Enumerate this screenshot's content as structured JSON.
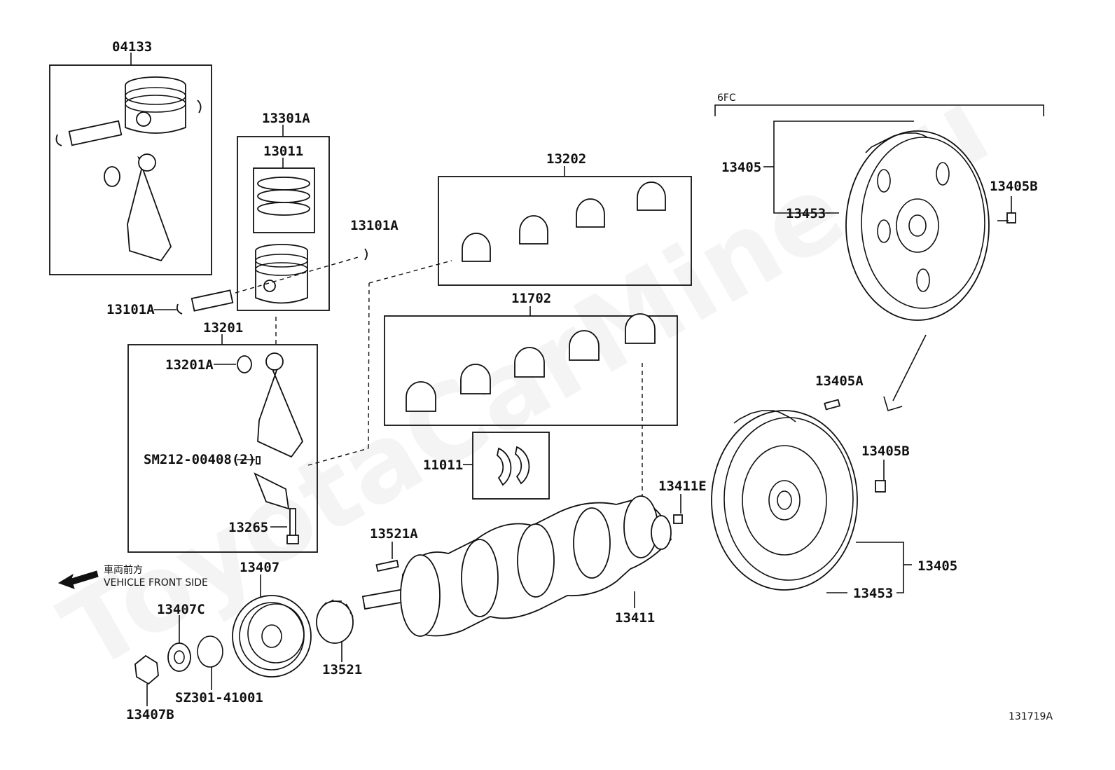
{
  "watermark": "ToyotaCarMine.ru",
  "figure_code": "131719A",
  "group_label": "6FC",
  "direction": {
    "jp": "車両前方",
    "en": "VEHICLE FRONT SIDE"
  },
  "labels": {
    "l04133": "04133",
    "l13301A": "13301A",
    "l13011": "13011",
    "l13101A_top": "13101A",
    "l13101A_left": "13101A",
    "l13201": "13201",
    "l13201A": "13201A",
    "lSM212": "SM212-00408(2)",
    "l13265": "13265",
    "l13202": "13202",
    "l11702": "11702",
    "l11011": "11011",
    "l13405_top": "13405",
    "l13453_top": "13453",
    "l13405B_top": "13405B",
    "l13405A": "13405A",
    "l13405B_bot": "13405B",
    "l13411E": "13411E",
    "l13521A": "13521A",
    "l13411": "13411",
    "l13405_bot": "13405",
    "l13453_bot": "13453",
    "l13407": "13407",
    "l13407C": "13407C",
    "l13521": "13521",
    "l13407B": "13407B",
    "lSZ301": "SZ301-41001"
  }
}
